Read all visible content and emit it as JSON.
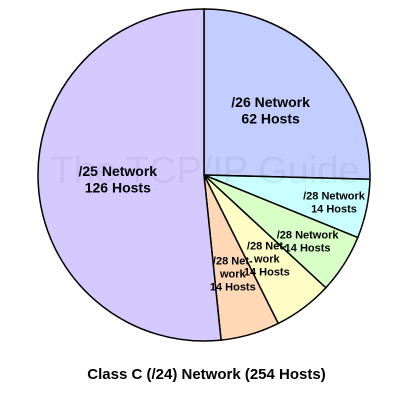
{
  "chart_data": {
    "type": "pie",
    "title": "Class C (/24) Network (254 Hosts)",
    "start_angle_deg": 0,
    "direction": "clockwise",
    "slices": [
      {
        "label_lines": [
          "/26 Network",
          "62 Hosts"
        ],
        "value": 62,
        "color": "#c3cdff"
      },
      {
        "label_lines": [
          "/28 Network",
          "14 Hosts"
        ],
        "value": 14,
        "color": "#c9ffff"
      },
      {
        "label_lines": [
          "/28 Network",
          "14 Hosts"
        ],
        "value": 14,
        "color": "#d8ffc6"
      },
      {
        "label_lines": [
          "/28 Net-",
          "work",
          "14 Hosts"
        ],
        "value": 14,
        "color": "#fffdc6"
      },
      {
        "label_lines": [
          "/28 Net-",
          "work",
          "14 Hosts"
        ],
        "value": 14,
        "color": "#ffd9b6"
      },
      {
        "label_lines": [
          "/25 Network",
          "126 Hosts"
        ],
        "value": 126,
        "color": "#d4caff"
      }
    ]
  },
  "watermark": "The TCP/IP Guide",
  "caption": "Class C (/24) Network (254 Hosts)"
}
